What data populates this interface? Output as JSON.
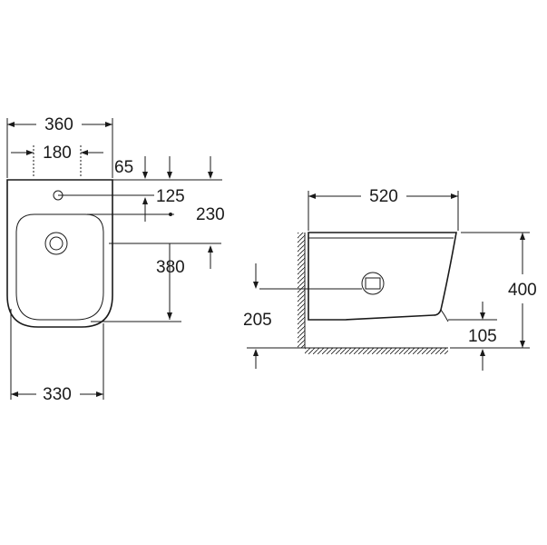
{
  "top_view": {
    "width_overall": "360",
    "tap_hole_spacing": "180",
    "rim_offset": "65",
    "tap_hole_depth": "125",
    "drain_depth": "230",
    "fixing_depth": "380",
    "base_width": "330"
  },
  "side_view": {
    "length": "520",
    "height": "400",
    "outlet_height": "205",
    "fixing_height": "105"
  }
}
